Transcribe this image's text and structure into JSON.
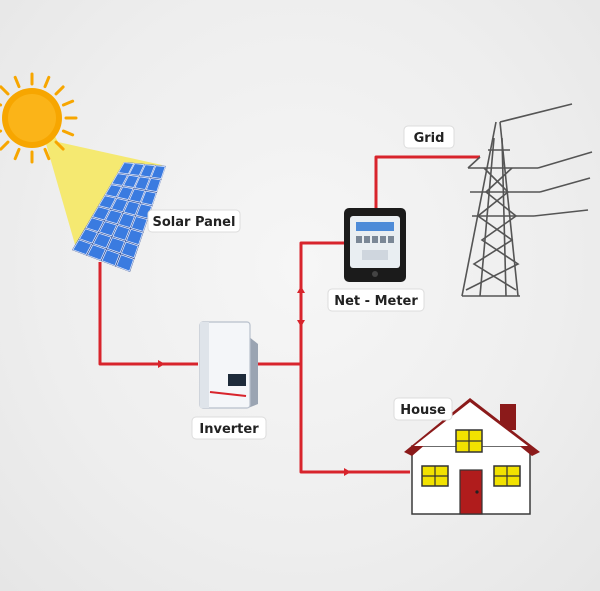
{
  "labels": {
    "solar_panel": "Solar Panel",
    "inverter": "Inverter",
    "net_meter": "Net - Meter",
    "grid": "Grid",
    "house": "House"
  },
  "colors": {
    "wire": "#d8242c",
    "sun": "#f7a600",
    "sun_beam": "#f6e75a",
    "panel": "#2f6fd6",
    "roof": "#8b1a1a",
    "window": "#f2e200",
    "door": "#b01c1c",
    "tower": "#555555"
  },
  "icons": [
    "sun-icon",
    "solar-panel-icon",
    "inverter-icon",
    "net-meter-icon",
    "transmission-tower-icon",
    "house-icon"
  ]
}
